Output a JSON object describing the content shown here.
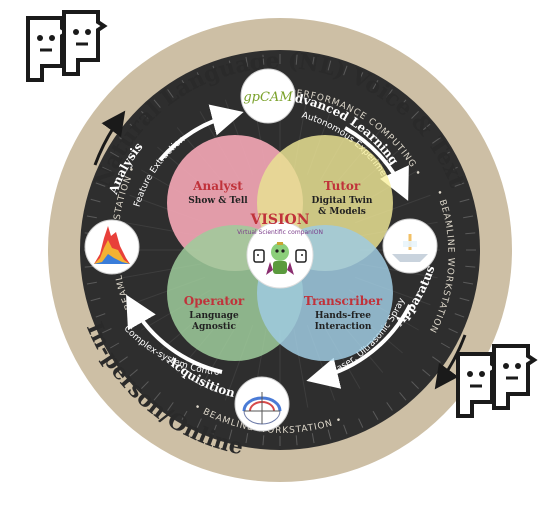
{
  "outer_ring": {
    "top_text": "Natural Language (NL) Voice & Text",
    "bottom_text": "In-person/Online"
  },
  "dark_ring": {
    "top_label": "• HIGH PERFORMANCE COMPUTING •",
    "left_label": "• BEAMLINE WORKSTATION •",
    "right_label": "• BEAMLINE WORKSTATION •",
    "bottom_label": "• BEAMLINE WORKSTATION •"
  },
  "stages": {
    "advanced_learning": {
      "title": "Advanced Learning",
      "sub": "Autonomous Experiment",
      "node_text": "gpCAM"
    },
    "apparatus": {
      "title": "Apparatus",
      "sub": "Laser, Ultrasonic Spray"
    },
    "acquisition": {
      "title": "Acquisition",
      "sub": "Complex-system Control"
    },
    "analysis": {
      "title": "Analysis",
      "sub": "Feature Extraction"
    }
  },
  "center": {
    "title": "VISION",
    "subtitle": "Virtual Scientific companION"
  },
  "petals": {
    "analyst": {
      "title": "Analyst",
      "l1": "Show & Tell",
      "color": "#f2a6b4"
    },
    "tutor": {
      "title": "Tutor",
      "l1": "Digital Twin",
      "l2": "& Models",
      "color": "#f8f09b"
    },
    "operator": {
      "title": "Operator",
      "l1": "Language",
      "l2": "Agnostic",
      "color": "#a8d9a4"
    },
    "transcriber": {
      "title": "Transcriber",
      "l1": "Hands-free",
      "l2": "Interaction",
      "color": "#a9d8f0"
    }
  },
  "colors": {
    "outer_ring": "#cdbfa5",
    "dark_ring": "#2e2e2e",
    "accent_red": "#c0323a"
  }
}
